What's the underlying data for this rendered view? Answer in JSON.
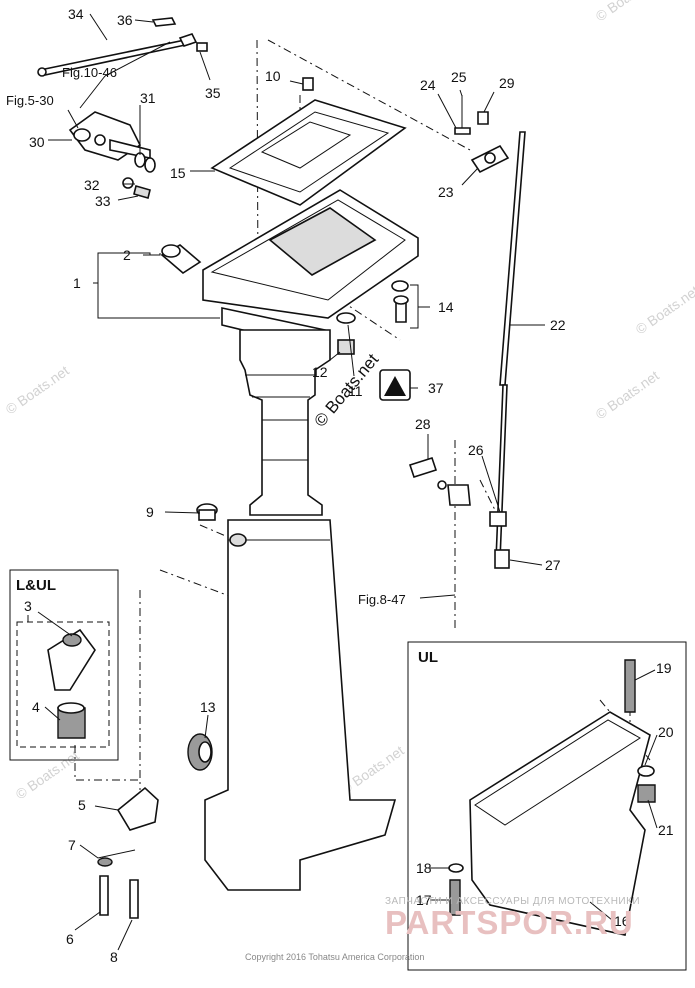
{
  "labels": {
    "p1": "1",
    "p2": "2",
    "p3": "3",
    "p4": "4",
    "p5": "5",
    "p6": "6",
    "p7": "7",
    "p8": "8",
    "p9": "9",
    "p10": "10",
    "p11": "11",
    "p12": "12",
    "p13": "13",
    "p14": "14",
    "p15": "15",
    "p16": "16",
    "p17": "17",
    "p18": "18",
    "p19": "19",
    "p20": "20",
    "p21": "21",
    "p22": "22",
    "p23": "23",
    "p24": "24",
    "p25": "25",
    "p26": "26",
    "p27": "27",
    "p28": "28",
    "p29": "29",
    "p30": "30",
    "p31": "31",
    "p32": "32",
    "p33": "33",
    "p34": "34",
    "p35": "35",
    "p36": "36",
    "p37": "37"
  },
  "references": {
    "fig10": "Fig.10-46",
    "fig5": "Fig.5-30",
    "fig8": "Fig.8-47"
  },
  "insets": {
    "lul": "L&UL",
    "ul": "UL"
  },
  "watermarks": {
    "main": "© Boats.net",
    "faint": "© Boats.net",
    "copyright": "Copyright 2016 Tohatsu America Corporation",
    "ru_tag": "ЗАПЧАСТИ И АКСЕССУАРЫ ДЛЯ МОТОТЕХНИКИ",
    "ru_logo": "PARTSPOR.RU"
  }
}
